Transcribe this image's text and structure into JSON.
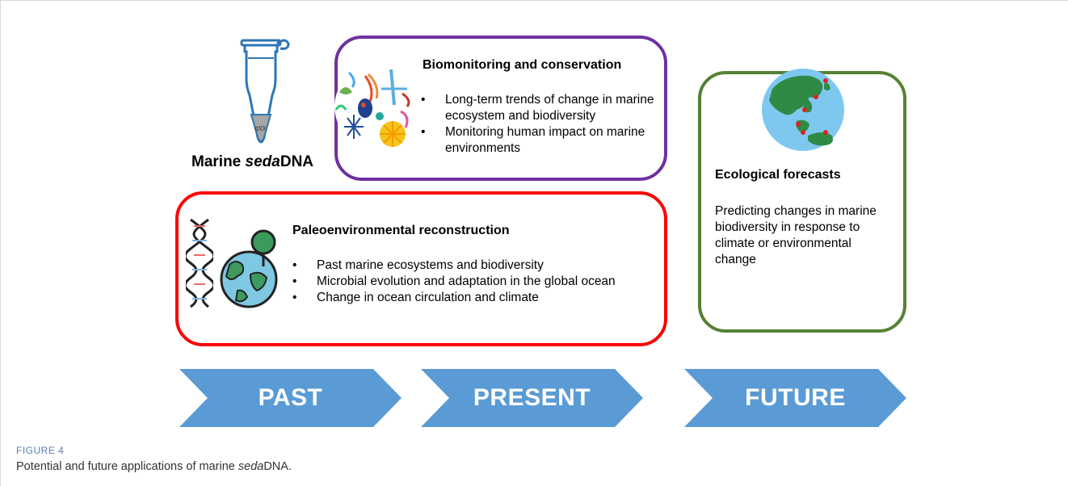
{
  "figure": {
    "label": "FIGURE 4",
    "caption_before": "Potential and future applications of marine ",
    "caption_italic": "seda",
    "caption_after": "DNA."
  },
  "sample": {
    "label_before": "Marine ",
    "label_italic": "seda",
    "label_after": "DNA",
    "icon": "microcentrifuge-tube-icon"
  },
  "present_box": {
    "title": "Biomonitoring and conservation",
    "bullets": [
      "Long-term trends of change in marine ecosystem and biodiversity",
      "Monitoring human impact on marine environments"
    ],
    "icon": "plankton-collage-icon",
    "border_color": "#7030a0"
  },
  "past_box": {
    "title": "Paleoenvironmental reconstruction",
    "bullets": [
      "Past marine ecosystems and biodiversity",
      "Microbial evolution and adaptation in the global ocean",
      "Change in ocean circulation and climate"
    ],
    "icons": [
      "dna-helix-icon",
      "earth-tree-icon"
    ],
    "border_color": "#ff0000"
  },
  "future_box": {
    "title": "Ecological forecasts",
    "text": "Predicting changes in marine biodiversity in response to climate or environmental change",
    "icon": "globe-with-markers-icon",
    "border_color": "#548235"
  },
  "timeline": {
    "color": "#5b9bd5",
    "arrows": [
      {
        "label": "PAST"
      },
      {
        "label": "PRESENT"
      },
      {
        "label": "FUTURE"
      }
    ]
  }
}
